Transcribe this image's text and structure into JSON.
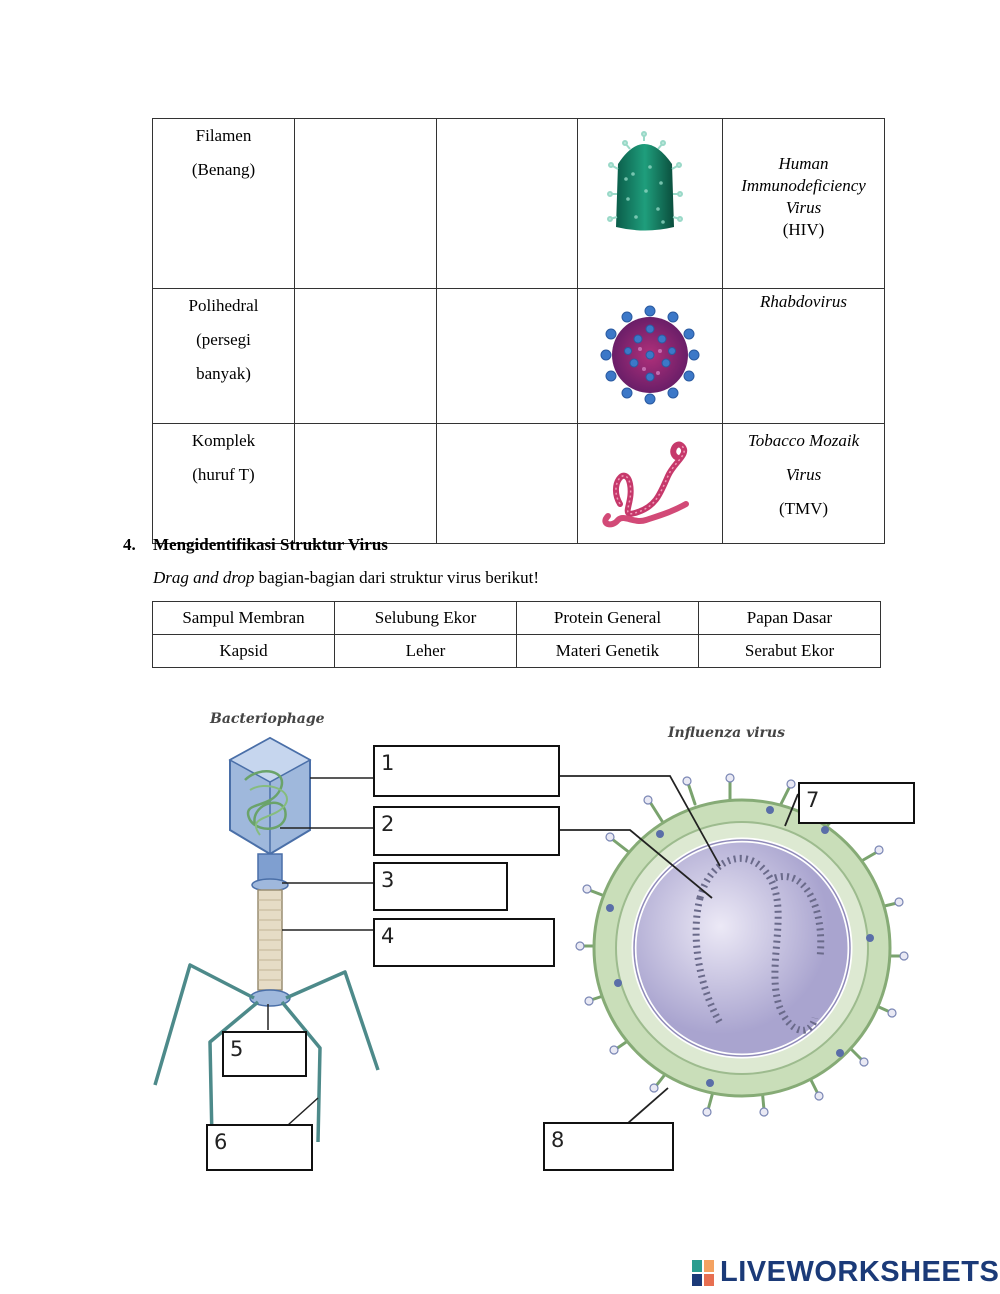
{
  "shape_table": {
    "rows": [
      {
        "shape_lines": [
          "Filamen",
          "(Benang)"
        ],
        "example_italic": [
          "Human",
          "Immunodeficiency",
          "Virus"
        ],
        "example_plain": [
          "(HIV)"
        ],
        "image": "hiv-virus-image"
      },
      {
        "shape_lines": [
          "Polihedral",
          "(persegi",
          "banyak)"
        ],
        "example_italic": [
          "Rhabdovirus"
        ],
        "example_plain": [],
        "image": "rhabdovirus-image"
      },
      {
        "shape_lines": [
          "Komplek",
          "(huruf T)"
        ],
        "example_italic": [
          "Tobacco Mozaik",
          "Virus"
        ],
        "example_plain": [
          "(TMV)"
        ],
        "image": "tmv-virus-image"
      }
    ]
  },
  "section": {
    "number": "4.",
    "title": "Mengidentifikasi Struktur Virus",
    "instruction_italic": "Drag and drop",
    "instruction_rest": " bagian-bagian dari struktur virus berikut!"
  },
  "drag_items": [
    [
      "Sampul Membran",
      "Selubung Ekor",
      "Protein General",
      "Papan Dasar"
    ],
    [
      "Kapsid",
      "Leher",
      "Materi Genetik",
      "Serabut Ekor"
    ]
  ],
  "diagram": {
    "bacteriophage_title": "Bacteriophage",
    "influenza_title": "Influenza virus",
    "box_labels": [
      "1",
      "2",
      "3",
      "4",
      "5",
      "6",
      "7",
      "8"
    ]
  },
  "logo": {
    "text": "LIVEWORKSHEETS",
    "colors": [
      "#1b3a78",
      "#2a9d8f",
      "#f4a261",
      "#e76f51"
    ]
  }
}
